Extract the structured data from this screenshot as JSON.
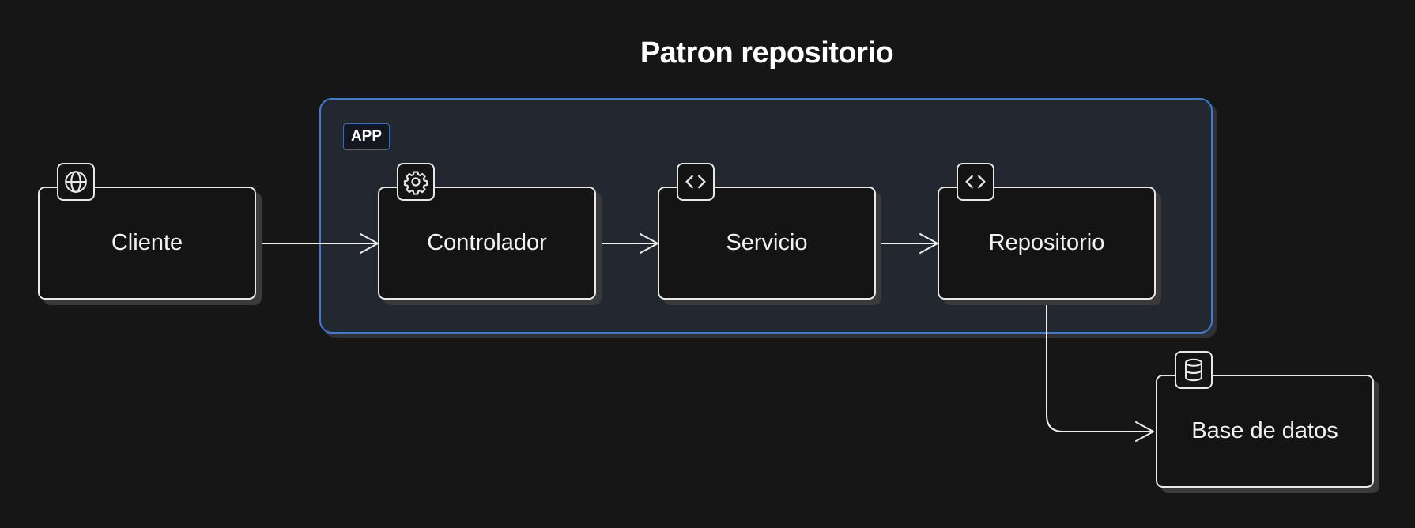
{
  "diagram": {
    "title": "Patron repositorio",
    "group_label": "APP",
    "nodes": {
      "cliente": {
        "label": "Cliente",
        "icon": "globe-icon"
      },
      "controlador": {
        "label": "Controlador",
        "icon": "gear-icon"
      },
      "servicio": {
        "label": "Servicio",
        "icon": "code-icon"
      },
      "repositorio": {
        "label": "Repositorio",
        "icon": "code-icon"
      },
      "base_de_datos": {
        "label": "Base de datos",
        "icon": "database-icon"
      }
    },
    "edges": [
      {
        "from": "Cliente",
        "to": "Controlador"
      },
      {
        "from": "Controlador",
        "to": "Servicio"
      },
      {
        "from": "Servicio",
        "to": "Repositorio"
      },
      {
        "from": "Repositorio",
        "to": "Base de datos"
      }
    ],
    "colors": {
      "background": "#161617",
      "group_fill": "#232830",
      "group_border": "#3f7ad6",
      "node_fill": "#141414",
      "stroke": "#e8e8e8"
    }
  }
}
